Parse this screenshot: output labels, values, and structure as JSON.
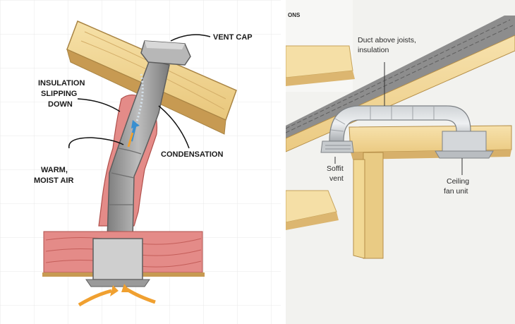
{
  "left_diagram": {
    "labels": {
      "vent_cap": "VENT CAP",
      "insulation_line1": "INSULATION",
      "insulation_line2": "SLIPPING",
      "insulation_line3": "DOWN",
      "condensation": "CONDENSATION",
      "warm_line1": "WARM,",
      "warm_line2": "MOIST AIR"
    }
  },
  "right_diagram": {
    "labels": {
      "corner_fragment": "ONS",
      "duct_line1": "Duct above joists,",
      "duct_line2": "insulation",
      "soffit_line1": "Soffit",
      "soffit_line2": "vent",
      "fan_line1": "Ceiling",
      "fan_line2": "fan unit"
    }
  },
  "colors": {
    "wood": "#f2d89a",
    "wood_edge": "#b8924a",
    "pipe": "#9a9a9a",
    "insulation": "#e28a86",
    "air_arrow": "#f0a030",
    "moist_arrow": "#3a8fd0"
  }
}
